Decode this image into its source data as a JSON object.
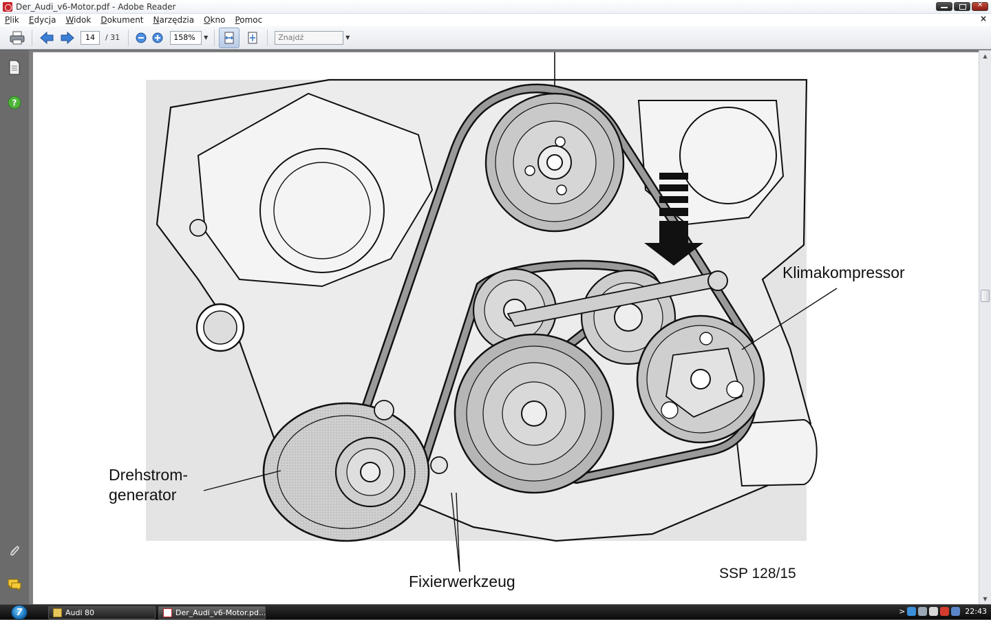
{
  "window": {
    "title": "Der_Audi_v6-Motor.pdf - Adobe Reader"
  },
  "menu": {
    "items": [
      {
        "label": "Plik",
        "u": "P",
        "rest": "lik"
      },
      {
        "label": "Edycja",
        "u": "E",
        "rest": "dycja"
      },
      {
        "label": "Widok",
        "u": "W",
        "rest": "idok"
      },
      {
        "label": "Dokument",
        "u": "D",
        "rest": "okument"
      },
      {
        "label": "Narzędzia",
        "u": "N",
        "rest": "arzędzia"
      },
      {
        "label": "Okno",
        "u": "O",
        "rest": "kno"
      },
      {
        "label": "Pomoc",
        "u": "P",
        "rest": "omoc"
      }
    ],
    "close_glyph": "×"
  },
  "toolbar": {
    "current_page": "14",
    "page_separator": "/ 31",
    "zoom": "158%",
    "find_placeholder": "Znajdź"
  },
  "document": {
    "labels": {
      "klimakompressor": "Klimakompressor",
      "drehstrom_line1": "Drehstrom-",
      "drehstrom_line2": "generator",
      "fixierwerkzeug": "Fixierwerkzeug",
      "ssp": "SSP 128/15"
    }
  },
  "taskbar": {
    "buttons": [
      "Audi 80",
      "Der_Audi_v6-Motor.pd..."
    ],
    "clock": "22:43",
    "tray_chevron": ">"
  },
  "colors": {
    "accent_blue": "#2a6fc1",
    "close_red": "#c24a3a",
    "nav_pane": "#6b6b6b"
  }
}
